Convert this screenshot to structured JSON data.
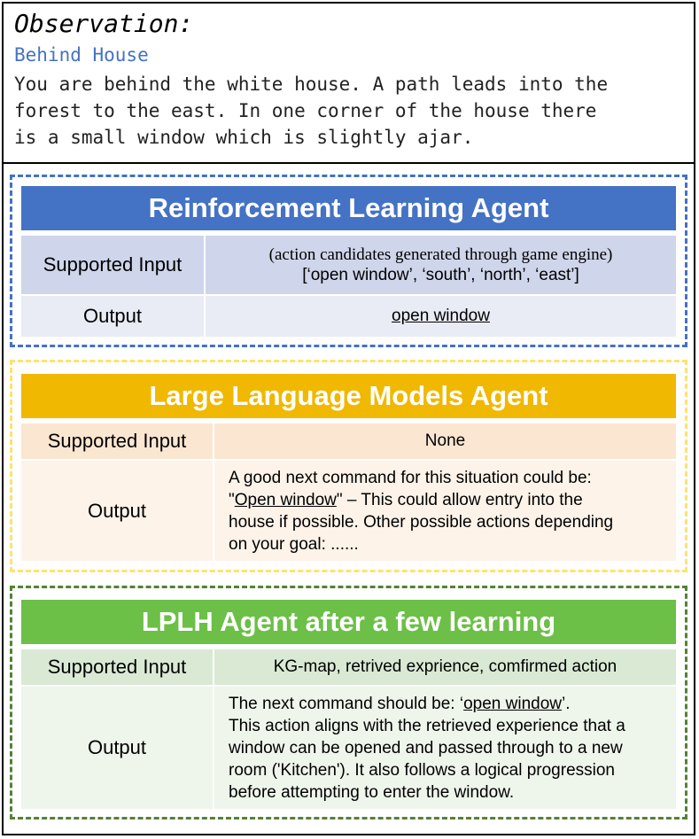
{
  "observation": {
    "heading": "Observation:",
    "location": "Behind House",
    "lines": [
      "You are behind the white house. A path leads into the",
      "forest to the east. In one corner of the house there",
      "is a small window which is slightly ajar."
    ]
  },
  "rl_agent": {
    "title": "Reinforcement Learning Agent",
    "input_label": "Supported Input",
    "input_note": "(action candidates generated through game engine)",
    "input_value": "[‘open window’, ‘south’, ‘north’, ‘east’]",
    "output_label": "Output",
    "output_value": "open window"
  },
  "llm_agent": {
    "title": "Large Language Models Agent",
    "input_label": "Supported Input",
    "input_value": "None",
    "output_label": "Output",
    "output_line1": "A good next command for this situation could be:",
    "output_quote_open": "\"",
    "output_cmd": "Open window",
    "output_line2_rest": "\" – This could allow entry into the",
    "output_line3": "house if possible. Other possible actions depending",
    "output_line4": "on your goal: ......"
  },
  "lplh_agent": {
    "title": "LPLH Agent after a few learning",
    "input_label": "Supported Input",
    "input_value": "KG-map, retrived exprience, comfirmed action",
    "output_label": "Output",
    "output_line1_pre": "The next command should be: ‘",
    "output_cmd": "open window",
    "output_line1_post": "’.",
    "output_line2": "This action aligns with the retrieved experience that a",
    "output_line3": "window can be opened and passed through to a new",
    "output_line4": "room ('Kitchen'). It also follows a logical progression",
    "output_line5": "before attempting to enter the window."
  },
  "colors": {
    "rl_band": "#4472c4",
    "llm_band": "#f0b800",
    "lplh_band": "#6cbf47",
    "location_text": "#4472c4"
  }
}
